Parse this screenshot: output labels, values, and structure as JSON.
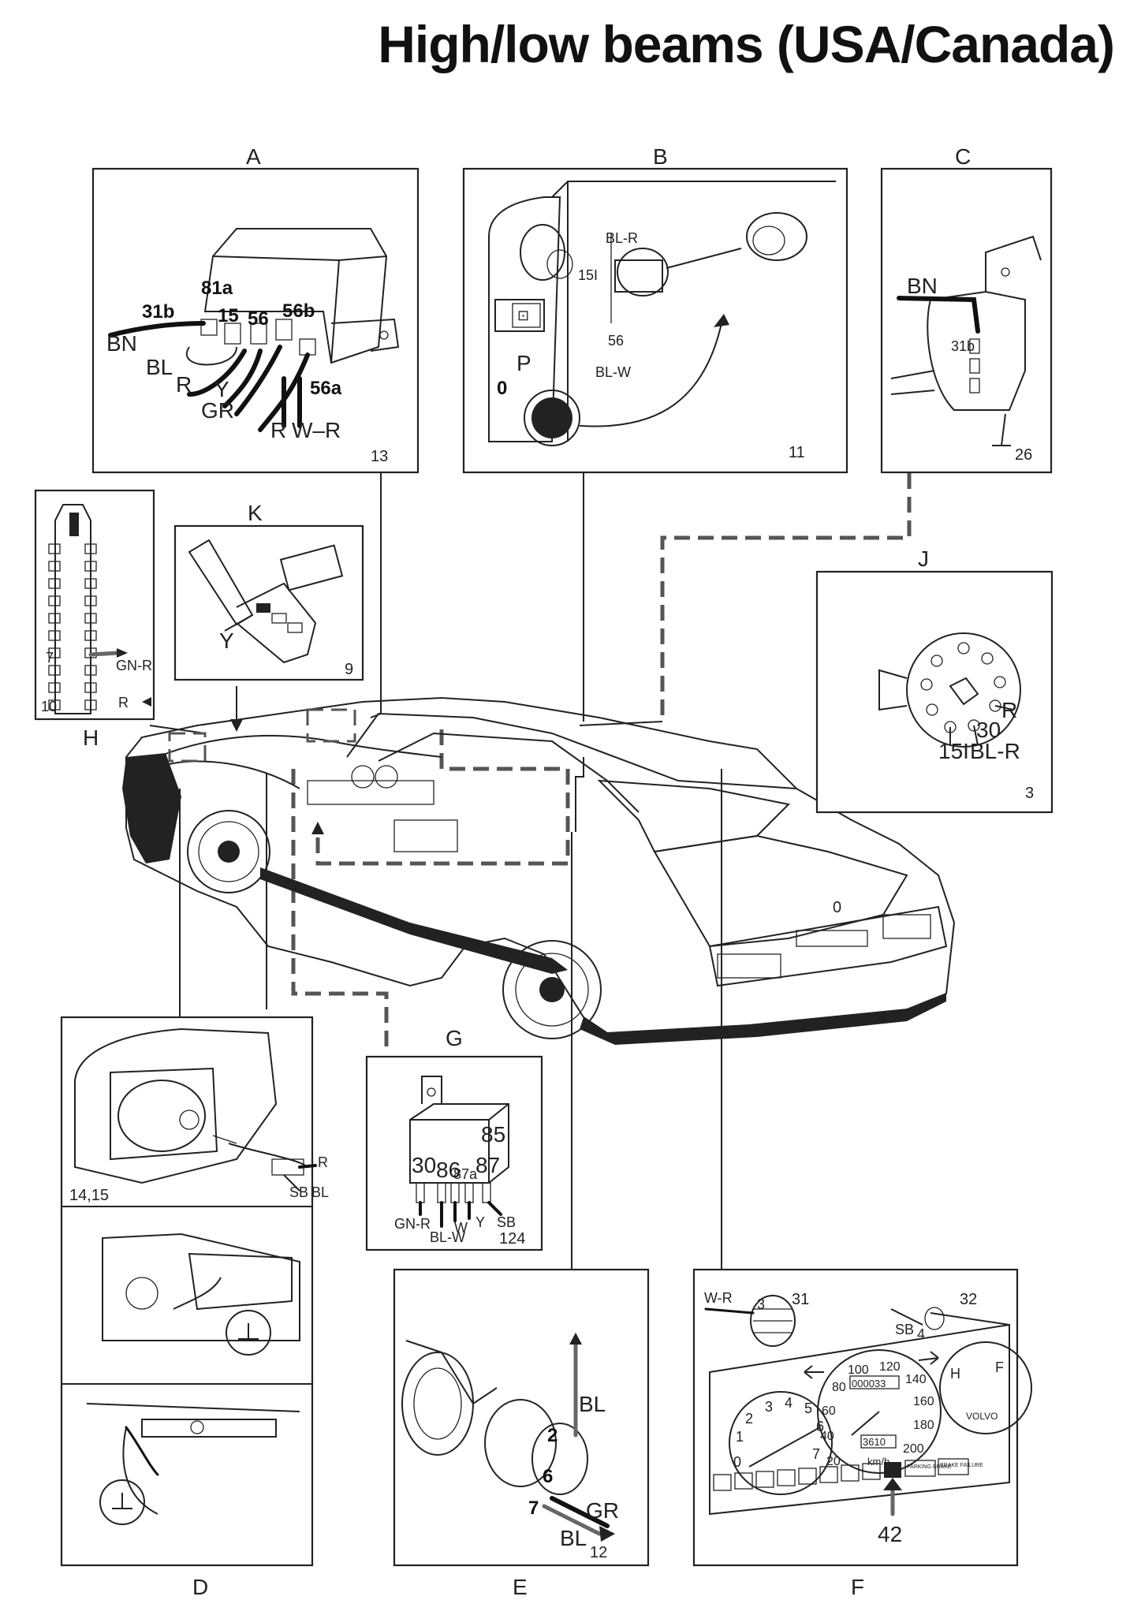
{
  "title": "High/low beams (USA/Canada)",
  "panels": {
    "A": {
      "letter": "A",
      "page_ref": "13",
      "labels": {
        "t81a": "81a",
        "t31b": "31b",
        "t15": "15",
        "t56": "56",
        "t56b": "56b",
        "t56a": "56a",
        "BN": "BN",
        "BL": "BL",
        "R": "R",
        "Y": "Y",
        "GR": "GR",
        "R2": "R",
        "WR": "W–R"
      }
    },
    "B": {
      "letter": "B",
      "page_ref": "11",
      "labels": {
        "BLR": "BL-R",
        "t15I": "15I",
        "t56": "56",
        "BLW": "BL-W",
        "zero": "0",
        "P": "P"
      }
    },
    "C": {
      "letter": "C",
      "page_ref": "26",
      "labels": {
        "BN": "BN",
        "t31b": "31b"
      }
    },
    "H": {
      "letter": "H",
      "labels": {
        "GNR": "GN-R",
        "R": "R",
        "t7": "7",
        "t10": "10"
      }
    },
    "K": {
      "letter": "K",
      "page_ref": "9",
      "labels": {
        "Y": "Y"
      }
    },
    "J": {
      "letter": "J",
      "page_ref": "3",
      "labels": {
        "R": "R",
        "t30": "30",
        "t15I": "15I",
        "BLR": "BL-R"
      }
    },
    "G": {
      "letter": "G",
      "page_ref": "124",
      "labels": {
        "t85": "85",
        "t30": "30",
        "t86": "86",
        "t87a": "87a",
        "t87": "87",
        "GNR": "GN-R",
        "BLW": "BL-W",
        "W": "W",
        "Y": "Y",
        "SB": "SB"
      }
    },
    "D": {
      "letter": "D",
      "page_ref": "14,15",
      "labels": {
        "R": "R",
        "SB": "SB",
        "BL": "BL"
      }
    },
    "E": {
      "letter": "E",
      "page_ref": "12",
      "labels": {
        "BL": "BL",
        "GR": "GR",
        "BL2": "BL",
        "t2": "2",
        "t6": "6",
        "t7": "7"
      }
    },
    "F": {
      "letter": "F",
      "page_ref": "42",
      "labels": {
        "WR": "W-R",
        "t3": "3",
        "t31": "31",
        "t32": "32",
        "SB": "SB",
        "t4": "4",
        "odo": "000033",
        "trip": "3610",
        "kmh": "km/h",
        "volvo": "VOLVO",
        "parking": "PARKING BRAKE",
        "brake": "BRAKE FAILURE",
        "s20": "20",
        "s40": "40",
        "s60": "60",
        "s80": "80",
        "s100": "100",
        "s120": "120",
        "s140": "140",
        "s160": "160",
        "s180": "180",
        "s200": "200",
        "r0": "0",
        "r1": "1",
        "r2": "2",
        "r3": "3",
        "r4": "4",
        "r5": "5",
        "r6": "6",
        "r7": "7",
        "H": "H",
        "F": "F"
      }
    }
  },
  "colors": {
    "line": "#222222",
    "dashed_line": "#555555",
    "grey_wire": "#666666"
  },
  "icons": [
    "ground-symbol-icon",
    "arrow-icon"
  ]
}
